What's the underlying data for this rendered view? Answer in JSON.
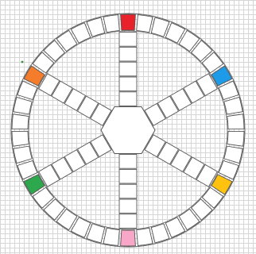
{
  "board": {
    "ring_space_count": 42,
    "spoke_count": 6,
    "spoke_space_count": 5,
    "space_fill": "#ffffff",
    "space_stroke": "#555555",
    "background_grid_color": "#d6d6d6"
  },
  "start_spaces": [
    {
      "name": "start-space-red",
      "color": "#e8212b"
    },
    {
      "name": "start-space-blue",
      "color": "#1e9be8"
    },
    {
      "name": "start-space-yellow",
      "color": "#ffc20e"
    },
    {
      "name": "start-space-pink",
      "color": "#f8a7c8"
    },
    {
      "name": "start-space-green",
      "color": "#2ea84c"
    },
    {
      "name": "start-space-orange",
      "color": "#f47c2a"
    }
  ]
}
